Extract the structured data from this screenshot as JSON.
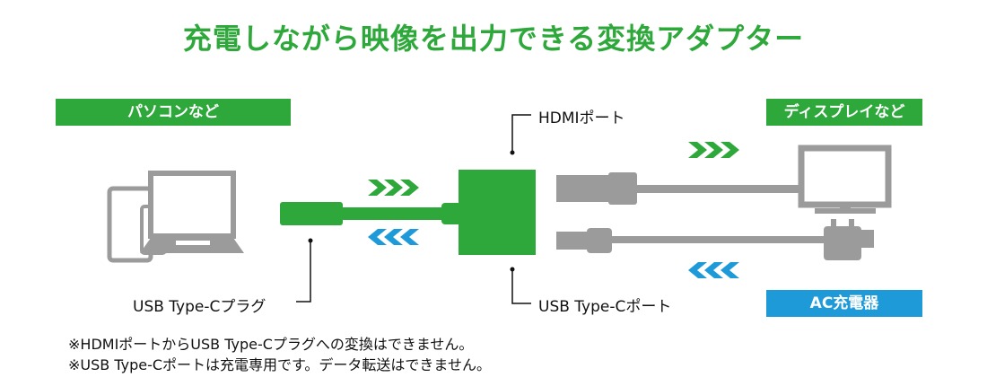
{
  "title": "充電しながら映像を出力できる変換アダプター",
  "source_label": "パソコンなど",
  "display_label": "ディスプレイなど",
  "charger_label": "AC充電器",
  "hdmi_port_label": "HDMIポート",
  "usbc_plug_label": "USB Type-Cプラグ",
  "usbc_port_label": "USB Type-Cポート",
  "notes": [
    "※HDMIポートからUSB Type-Cプラグへの変換はできません。",
    "※USB Type-Cポートは充電専用です。データ転送はできません。"
  ],
  "colors": {
    "green": "#2ea83a",
    "blue": "#1f9ad9",
    "gray": "#9b9b9b"
  }
}
